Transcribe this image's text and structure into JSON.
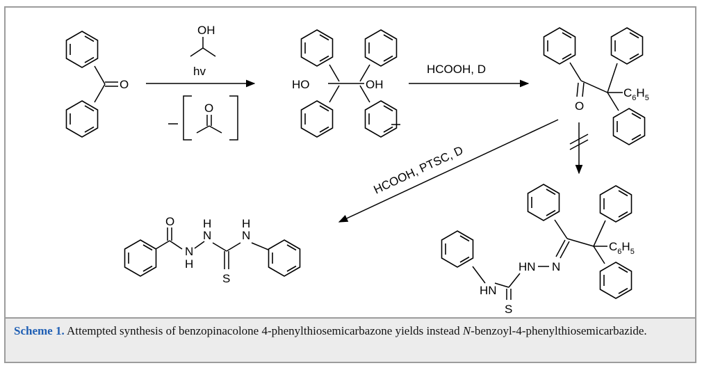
{
  "scheme": {
    "reagents": {
      "step1_top": "OH",
      "step1_light": "hv",
      "step2": "HCOOH, D",
      "step3": "HCOOH, PTSC, D"
    },
    "atoms": {
      "carbonyl_o": "O",
      "pinacol_ho": "HO",
      "pinacol_oh": "OH",
      "acetone_o": "O",
      "pinacolone_o": "O",
      "c6h5_a": "C",
      "c6h5_b": "H",
      "c6h5_sub1": "6",
      "c6h5_sub2": "5",
      "benzoyl_o": "O",
      "nh1": "H",
      "n1": "N",
      "nh2": "H",
      "n2": "N",
      "nh3": "N",
      "nh3h": "H",
      "s1": "S",
      "hn_left": "HN",
      "hn_right": "HN",
      "n_eq": "N",
      "s2": "S",
      "c6h5_2a": "C",
      "c6h5_2b": "H",
      "c6h5_2sub1": "6",
      "c6h5_2sub2": "5"
    }
  },
  "caption": {
    "label": "Scheme 1.",
    "text_a": " Attempted synthesis of benzopinacolone 4-phenylthiosemicarbazone yields instead ",
    "text_italic": "N",
    "text_b": "-benzoyl-4-phenylthiosemicarbazide."
  }
}
